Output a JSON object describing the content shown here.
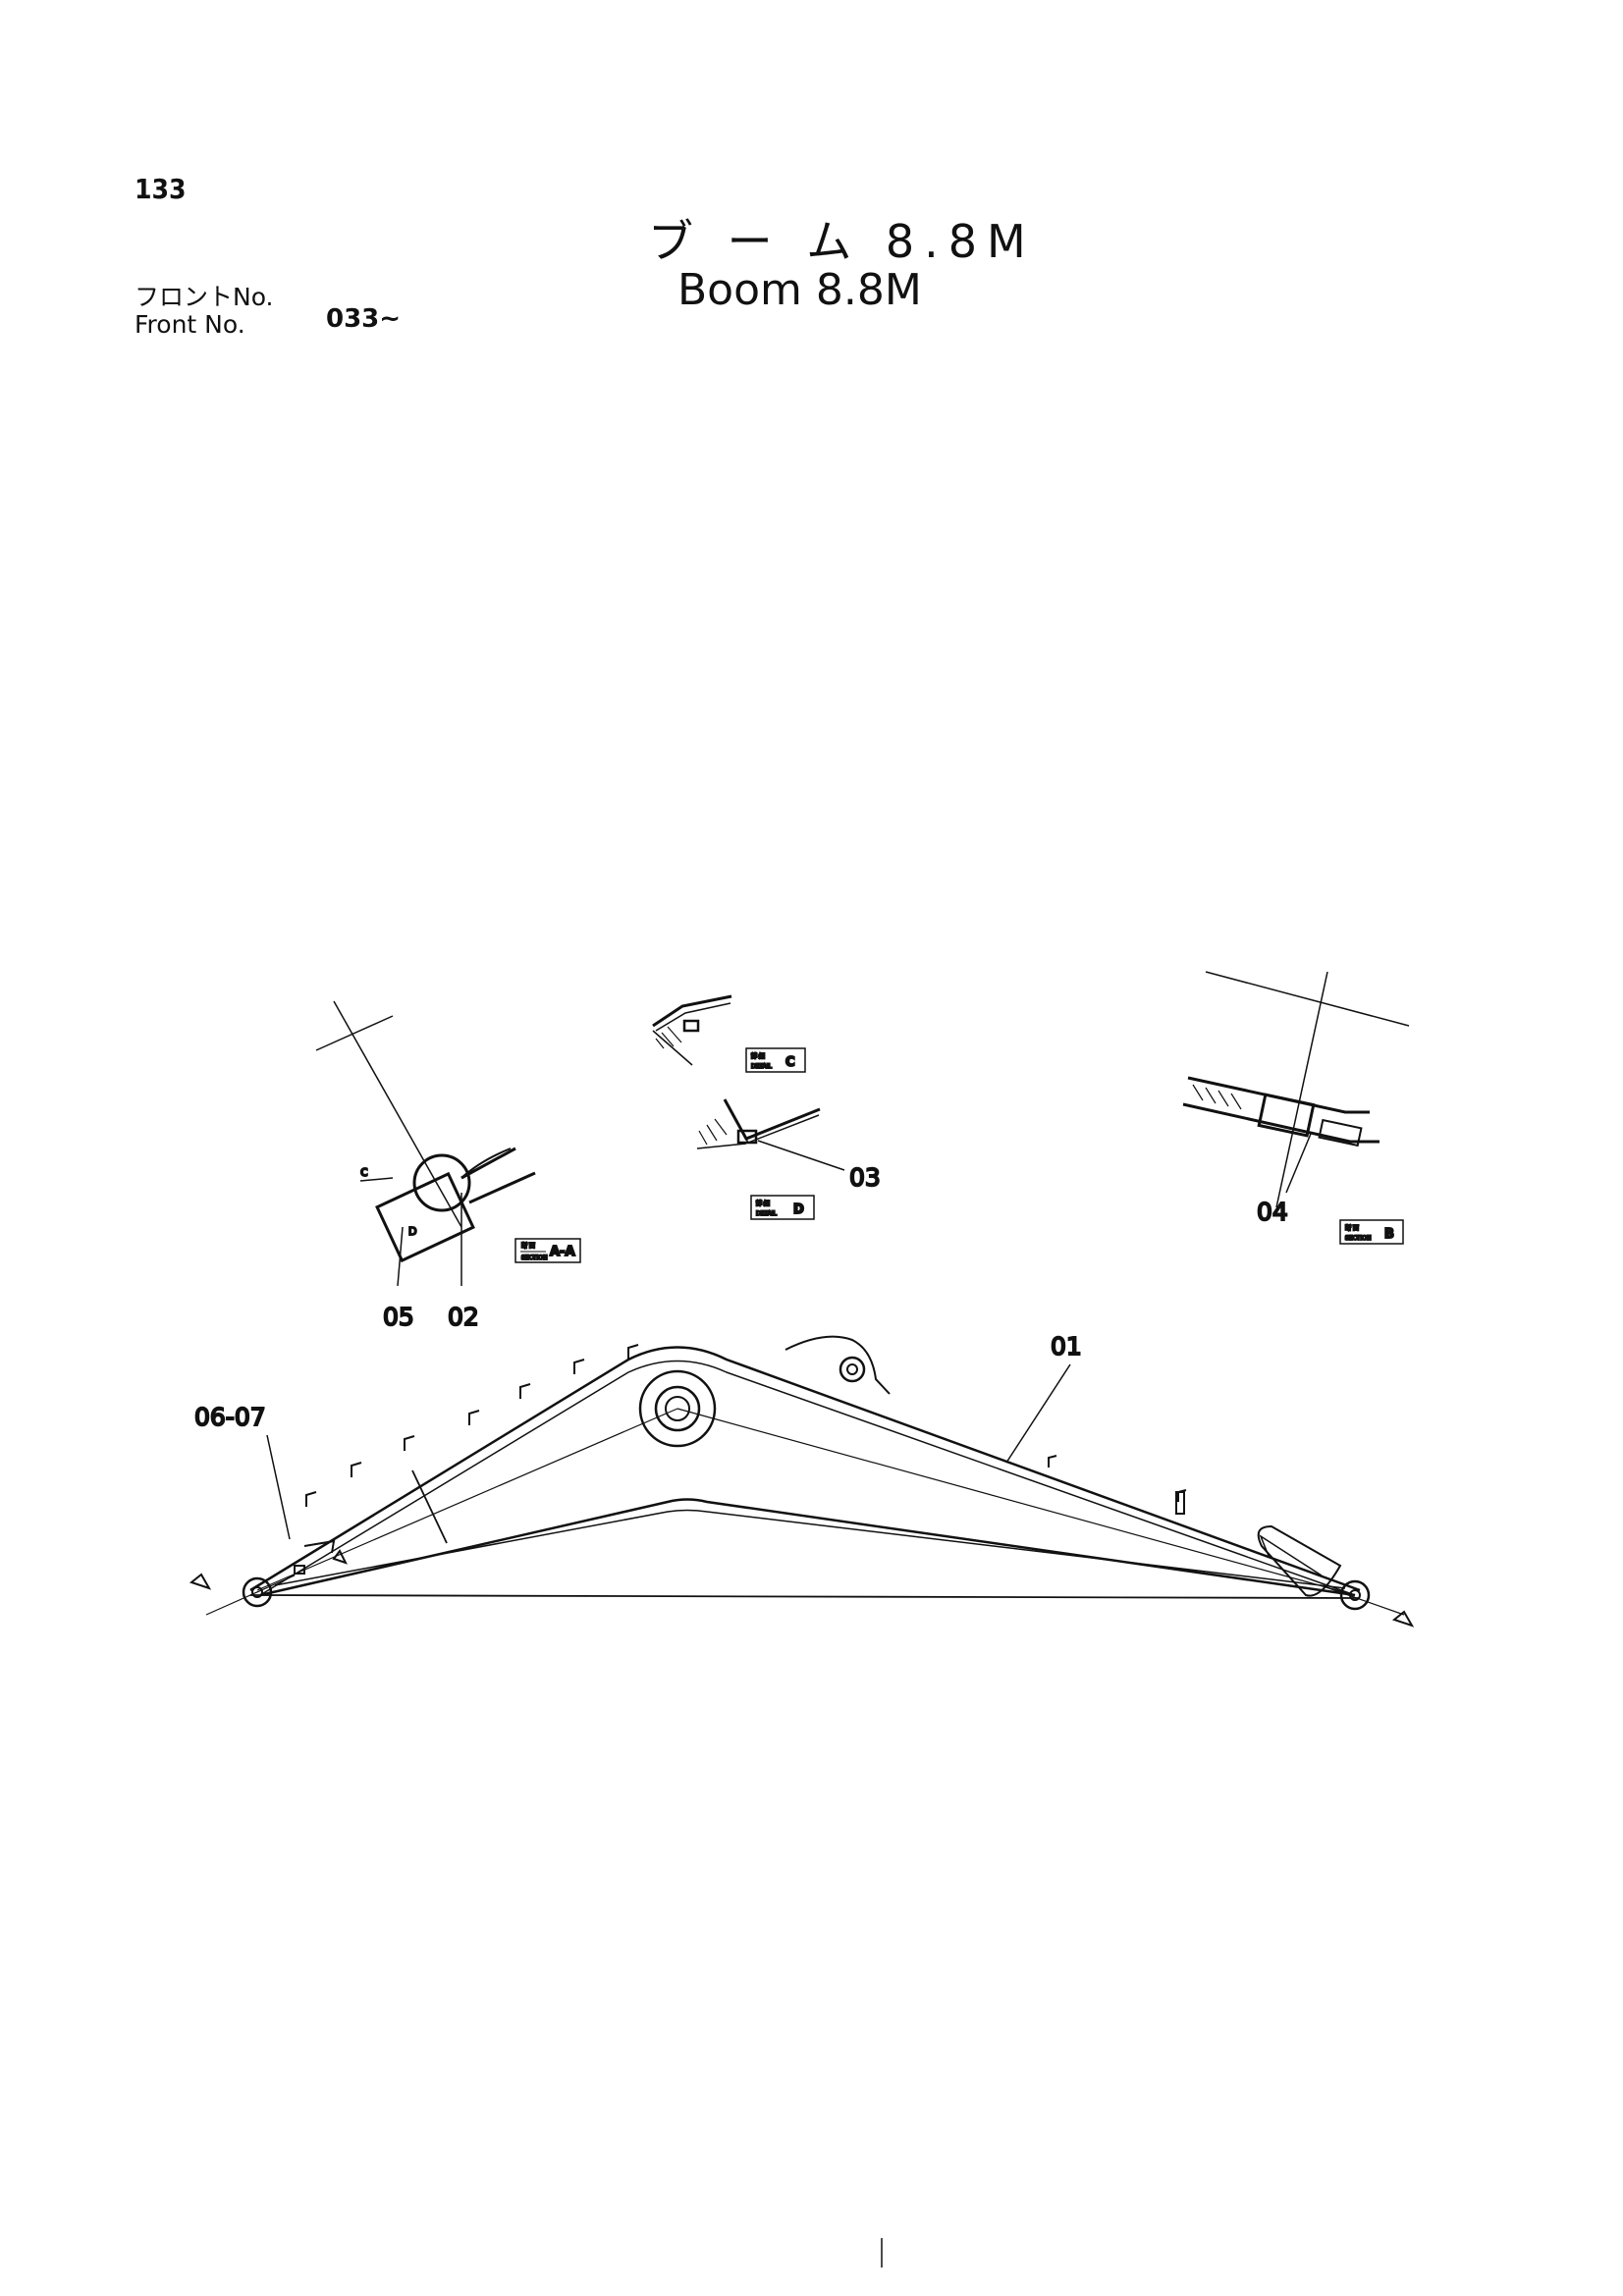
{
  "header": {
    "page_number": "133",
    "title_jp": "ブ ー ム 8.8M",
    "title_en": "Boom 8.8M",
    "front_label_jp": "フロントNo.",
    "front_label_en": "Front No.",
    "front_value": "033~"
  },
  "callouts": {
    "c01": "01",
    "c02": "02",
    "c03": "03",
    "c04": "04",
    "c05": "05",
    "c0607": "06-07",
    "c_small": "c",
    "d_small": "D"
  },
  "views": {
    "section_aa": "A-A",
    "detail_c": "C",
    "detail_d": "D",
    "section_b": "B"
  },
  "colors": {
    "ink": "#111111",
    "paper": "#ffffff"
  }
}
